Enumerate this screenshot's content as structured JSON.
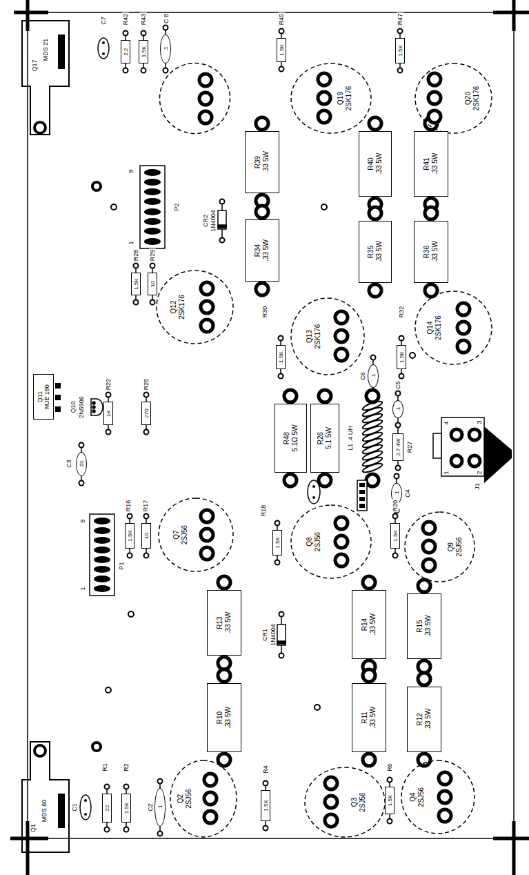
{
  "diagram": {
    "nodes": [
      {
        "text": [
          "2.2"
        ]
      },
      {
        "text": [
          "1.5K"
        ]
      },
      {
        "text": [
          ".1"
        ]
      },
      {
        "text": [
          "1.5K"
        ]
      },
      {
        "text": [
          "Q19",
          "2SK176"
        ]
      },
      {
        "text": [
          "1.5K"
        ]
      },
      {
        "text": [
          "Q20",
          "2SK176"
        ]
      },
      {
        "text": [
          "R39",
          ".33 5W"
        ]
      },
      {
        "text": [
          "R40",
          ".33 5W"
        ]
      },
      {
        "text": [
          "R41",
          ".33 5W"
        ]
      },
      {
        "text": [
          "R34",
          ".33 5W"
        ]
      },
      {
        "text": [
          "R35",
          ".33 5W"
        ]
      },
      {
        "text": [
          "R36",
          ".33 5W"
        ]
      },
      {
        "text": [
          "1.5K"
        ]
      },
      {
        "text": [
          "10"
        ]
      },
      {
        "text": [
          "Q12",
          "2SK176"
        ]
      },
      {
        "text": [
          "1.5K"
        ]
      },
      {
        "text": [
          "Q13",
          "2SK176"
        ]
      },
      {
        "text": [
          "1.5K"
        ]
      },
      {
        "text": [
          "Q14",
          "2SK176"
        ]
      },
      {
        "text": [
          ".1"
        ]
      },
      {
        "text": [
          ".1"
        ]
      },
      {
        "text": [
          "Q11",
          "MJE 180"
        ]
      },
      {
        "text": [
          "1K"
        ]
      },
      {
        "text": [
          "270"
        ]
      },
      {
        "text": [
          ".01"
        ]
      },
      {
        "text": [
          "R48",
          "5.1Ω 5W"
        ]
      },
      {
        "text": [
          "R26",
          "5.1 5W"
        ]
      },
      {
        "text": [
          "2.7 4W"
        ]
      },
      {
        "text": [
          ".1"
        ]
      },
      {
        "text": [
          "1.5K"
        ]
      },
      {
        "text": [
          "10"
        ]
      },
      {
        "text": [
          "Q7",
          "2SJ56"
        ]
      },
      {
        "text": [
          "1.5K"
        ]
      },
      {
        "text": [
          "Q8",
          "2SJ56"
        ]
      },
      {
        "text": [
          "1.5K"
        ]
      },
      {
        "text": [
          "Q9",
          "2SJ56"
        ]
      },
      {
        "text": [
          "R13",
          ".33 5W"
        ]
      },
      {
        "text": [
          "R14",
          ".33 5W"
        ]
      },
      {
        "text": [
          "R15",
          ".33 5W"
        ]
      },
      {
        "text": [
          "R10",
          ".33 5W"
        ]
      },
      {
        "text": [
          "R11",
          ".33 5W"
        ]
      },
      {
        "text": [
          "R12",
          ".33 5W"
        ]
      },
      {
        "text": [
          "22"
        ]
      },
      {
        "text": [
          "1.5K"
        ]
      },
      {
        "text": [
          ".1"
        ]
      },
      {
        "text": [
          "Q2",
          "2SJ56"
        ]
      },
      {
        "text": [
          "1.5K"
        ]
      },
      {
        "text": [
          "Q3",
          "2SJ56"
        ]
      },
      {
        "text": [
          "1.5K"
        ]
      },
      {
        "text": [
          "Q4",
          "2SJ56"
        ]
      }
    ],
    "labels": [
      "Q17",
      "MDS 21",
      "C7",
      "R42",
      "R43",
      "C 8",
      "R45",
      "R47",
      "CR2",
      "1N4004",
      "8",
      "P2",
      "1",
      "R28",
      "R29",
      "R30",
      "R32",
      "C6",
      "C5",
      "Q10",
      "2N5906",
      "R22",
      "R25",
      "C3",
      "L1 .4 UH",
      "R27",
      "C4",
      "4",
      "3",
      "1",
      "2",
      "J1",
      "R16",
      "R17",
      "8",
      "P1",
      "1",
      "R18",
      "R20",
      "CR1",
      "1N4004",
      "R1",
      "R2",
      "C1",
      "C2",
      "Q1",
      "MDS 60",
      "R4",
      "R6"
    ]
  }
}
